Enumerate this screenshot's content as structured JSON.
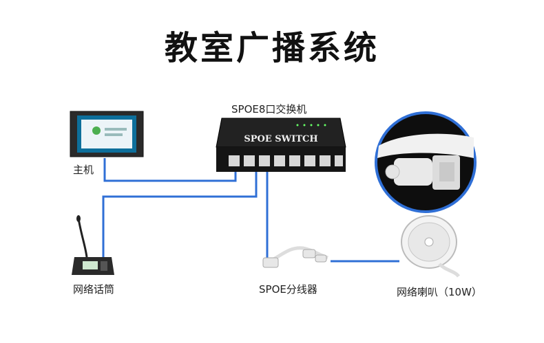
{
  "title": "教室广播系统",
  "switch": {
    "label": "SPOE8口交换机",
    "front_text": "SPOE SWITCH"
  },
  "host": {
    "label": "主机"
  },
  "mic": {
    "label": "网络话筒"
  },
  "splitter": {
    "label": "SPOE分线器"
  },
  "speaker": {
    "label": "网络喇叭（10W）"
  },
  "colors": {
    "wire": "#2f6fd6",
    "device": "#1b1b1b"
  }
}
